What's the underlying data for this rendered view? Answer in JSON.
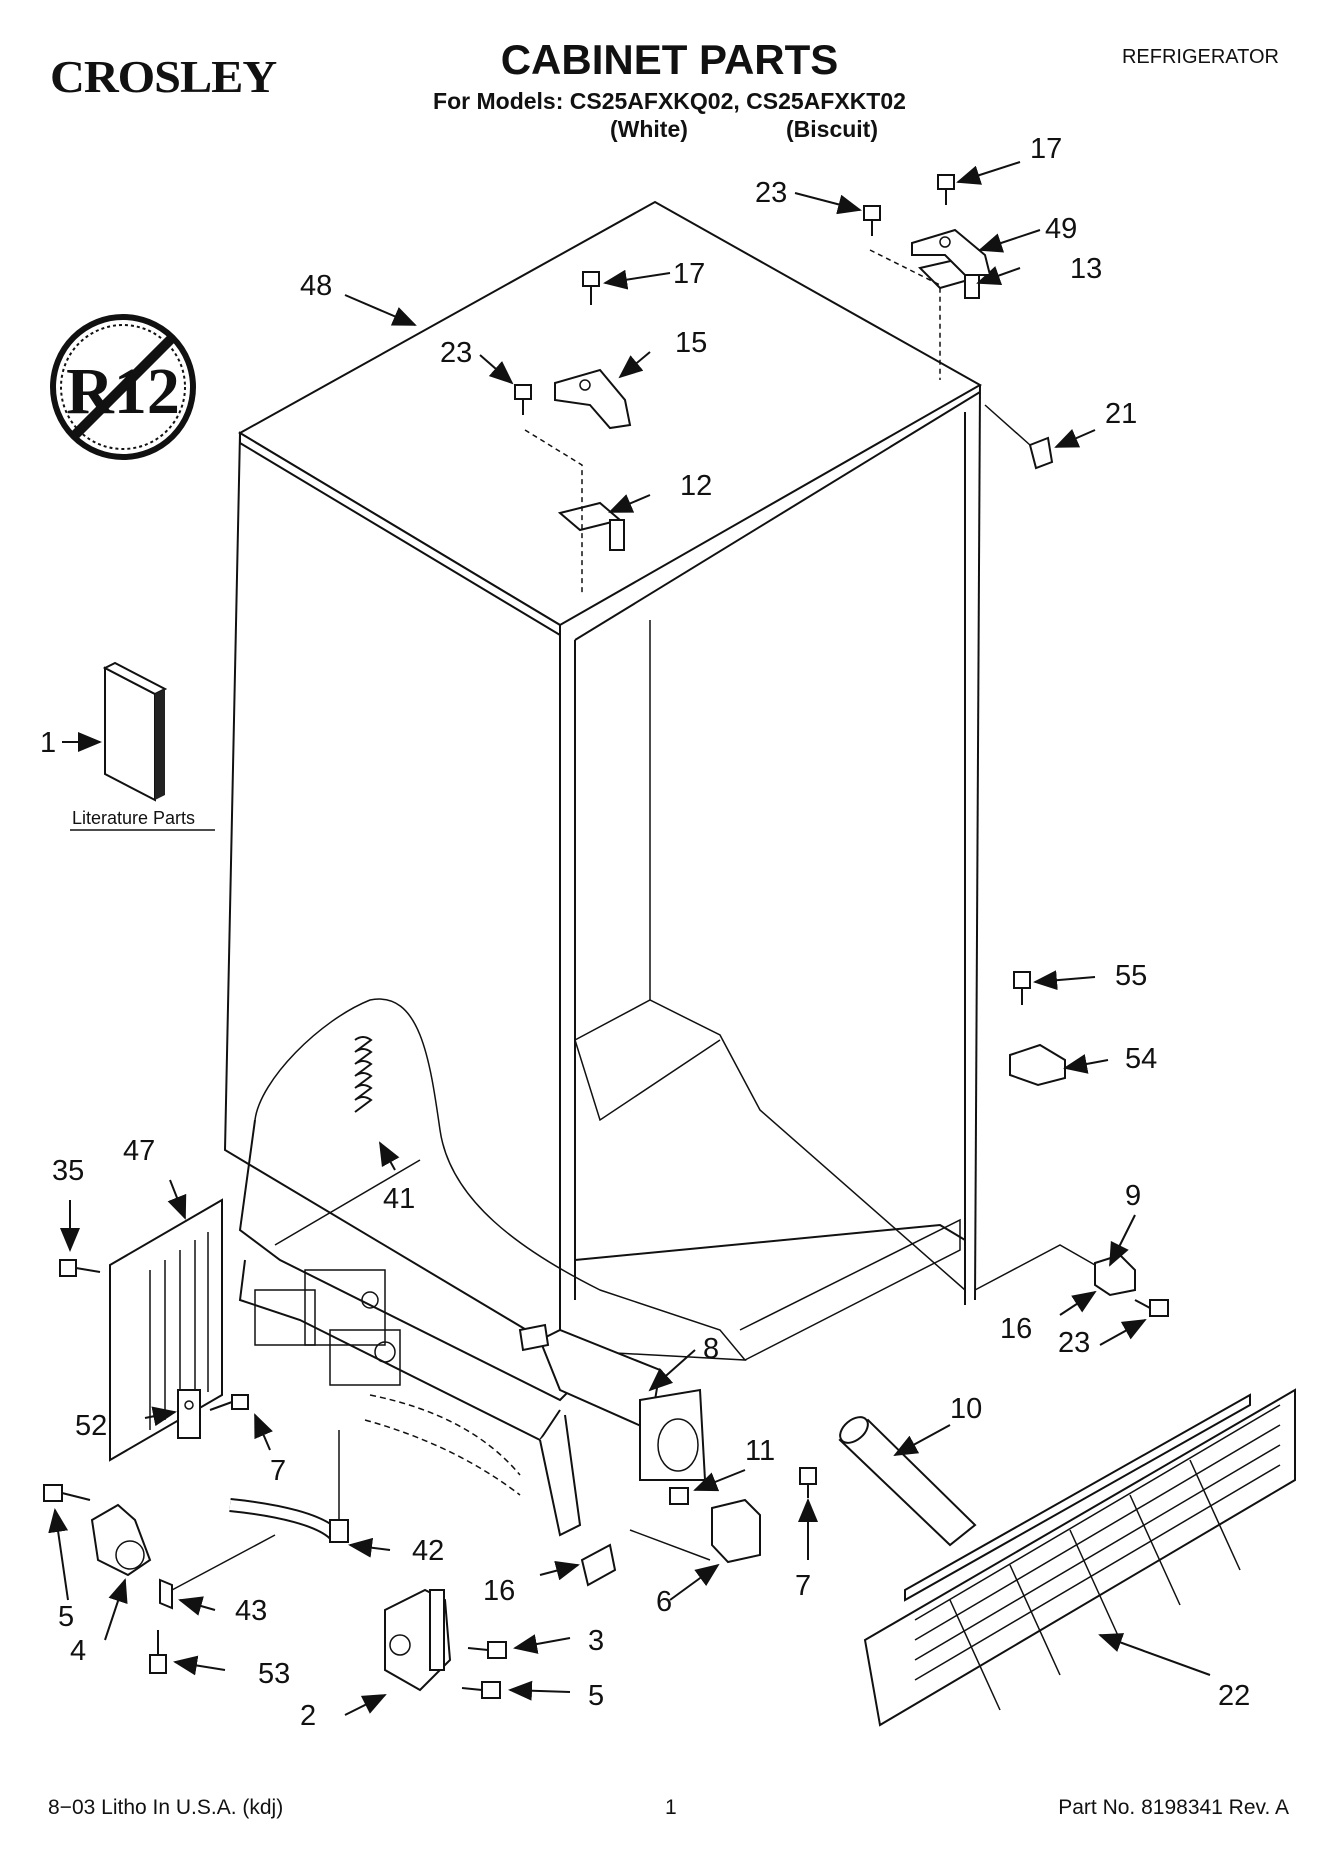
{
  "header": {
    "brand": "CROSLEY",
    "title": "CABINET PARTS",
    "appliance": "REFRIGERATOR",
    "models_line": "For Models: CS25AFXKQ02, CS25AFXKT02",
    "variant_1": "(White)",
    "variant_2": "(Biscuit)"
  },
  "badge": {
    "text": "R12"
  },
  "literature": {
    "label": "Literature Parts"
  },
  "callouts": {
    "c1": "1",
    "c2": "2",
    "c3": "3",
    "c4": "4",
    "c5a": "5",
    "c5b": "5",
    "c6": "6",
    "c7a": "7",
    "c7b": "7",
    "c8": "8",
    "c9": "9",
    "c10": "10",
    "c11": "11",
    "c12": "12",
    "c13": "13",
    "c15": "15",
    "c16a": "16",
    "c16b": "16",
    "c17a": "17",
    "c17b": "17",
    "c21": "21",
    "c22": "22",
    "c23a": "23",
    "c23b": "23",
    "c23c": "23",
    "c35": "35",
    "c41": "41",
    "c42": "42",
    "c43": "43",
    "c47": "47",
    "c48": "48",
    "c49": "49",
    "c52": "52",
    "c53": "53",
    "c54": "54",
    "c55": "55"
  },
  "footer": {
    "left": "8−03 Litho In U.S.A. (kdj)",
    "page": "1",
    "right": "Part No. 8198341 Rev. A"
  }
}
